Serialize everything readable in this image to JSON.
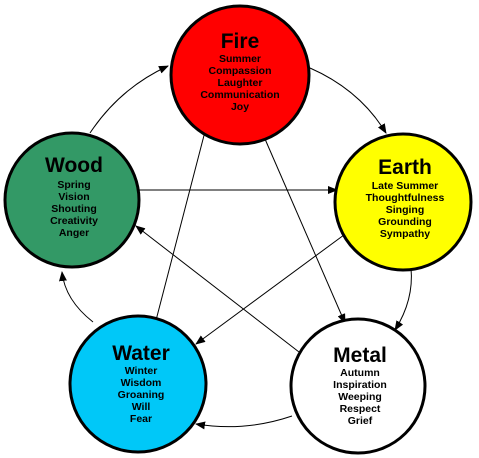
{
  "elements": [
    {
      "key": "fire",
      "title": "Fire",
      "color": "#ff0000",
      "attributes": [
        "Summer",
        "Compassion",
        "Laughter",
        "Communication",
        "Joy"
      ]
    },
    {
      "key": "earth",
      "title": "Earth",
      "color": "#ffff00",
      "attributes": [
        "Late Summer",
        "Thoughtfulness",
        "Singing",
        "Grounding",
        "Sympathy"
      ]
    },
    {
      "key": "metal",
      "title": "Metal",
      "color": "#ffffff",
      "attributes": [
        "Autumn",
        "Inspiration",
        "Weeping",
        "Respect",
        "Grief"
      ]
    },
    {
      "key": "water",
      "title": "Water",
      "color": "#00c8f8",
      "attributes": [
        "Winter",
        "Wisdom",
        "Groaning",
        "Will",
        "Fear"
      ]
    },
    {
      "key": "wood",
      "title": "Wood",
      "color": "#339966",
      "attributes": [
        "Spring",
        "Vision",
        "Shouting",
        "Creativity",
        "Anger"
      ]
    }
  ],
  "outline_color": "#000000",
  "arrow_color": "#000000"
}
